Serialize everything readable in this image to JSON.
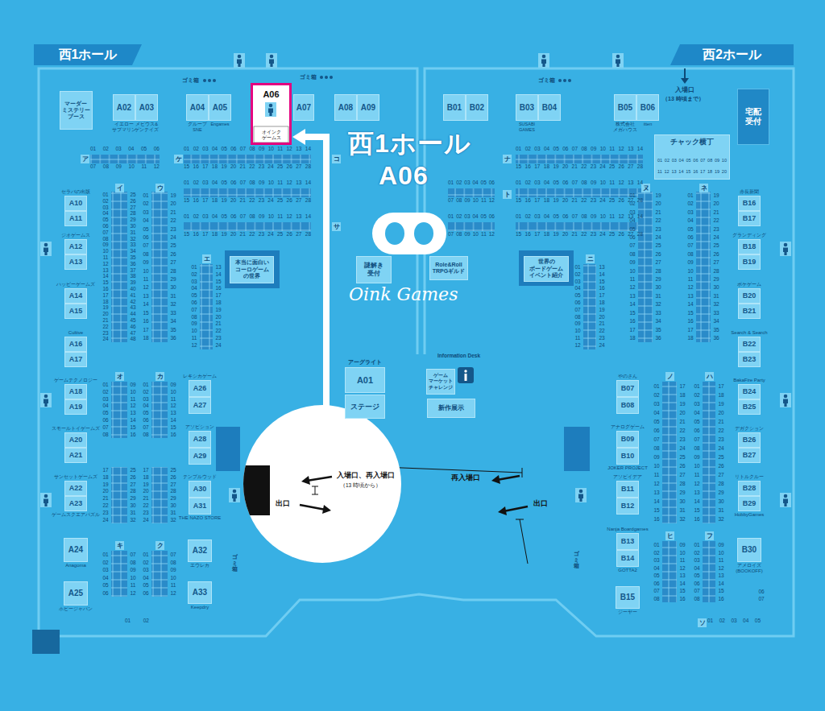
{
  "diagram": {
    "nodes": [
      {
        "text": [
          "西1ホール"
        ]
      },
      {
        "text": [
          "西2ホール"
        ]
      },
      {
        "text": [
          "マーダー ミステリー ブース"
        ]
      },
      {
        "text": [
          "A02",
          "イエロー サブマリン"
        ]
      },
      {
        "text": [
          "A03",
          "メビウス& ゲンテイズ"
        ]
      },
      {
        "text": [
          "A04",
          "グループ SNE"
        ]
      },
      {
        "text": [
          "A05",
          "Engames"
        ]
      },
      {
        "text": [
          "A06",
          "オインク ゲームス"
        ]
      },
      {
        "text": [
          "A07"
        ]
      },
      {
        "text": [
          "A08"
        ]
      },
      {
        "text": [
          "A09"
        ]
      },
      {
        "text": [
          "B01"
        ]
      },
      {
        "text": [
          "B02"
        ]
      },
      {
        "text": [
          "B03",
          "SUSABI GAMES"
        ]
      },
      {
        "text": [
          "B04"
        ]
      },
      {
        "text": [
          "B05",
          "株式会社 メガハウス"
        ]
      },
      {
        "text": [
          "B06",
          "itten"
        ]
      },
      {
        "text": [
          "宅配 受付"
        ]
      },
      {
        "text": [
          "チャック横丁"
        ]
      },
      {
        "text": [
          "A10",
          "セラバの出版"
        ]
      },
      {
        "text": [
          "A11"
        ]
      },
      {
        "text": [
          "A12",
          "ジオゲームス"
        ]
      },
      {
        "text": [
          "A13"
        ]
      },
      {
        "text": [
          "A14",
          "ハッピーゲームズ"
        ]
      },
      {
        "text": [
          "A15"
        ]
      },
      {
        "text": [
          "A16",
          "Cultive"
        ]
      },
      {
        "text": [
          "A17"
        ]
      },
      {
        "text": [
          "A18",
          "ゲームテクノロジー"
        ]
      },
      {
        "text": [
          "A19"
        ]
      },
      {
        "text": [
          "A20",
          "スモールトイゲームズ"
        ]
      },
      {
        "text": [
          "A21"
        ]
      },
      {
        "text": [
          "A22",
          "サンセットゲームズ"
        ]
      },
      {
        "text": [
          "A23",
          "ゲームスクエアパズル"
        ]
      },
      {
        "text": [
          "A24",
          "Anagoma"
        ]
      },
      {
        "text": [
          "A25",
          "ホビージャパン"
        ]
      },
      {
        "text": [
          "A26",
          "レキシカゲーム"
        ]
      },
      {
        "text": [
          "A27"
        ]
      },
      {
        "text": [
          "A28",
          "アソビション"
        ]
      },
      {
        "text": [
          "A29"
        ]
      },
      {
        "text": [
          "A30",
          "テンプルウッド"
        ]
      },
      {
        "text": [
          "A31",
          "THE NAZO STORE"
        ]
      },
      {
        "text": [
          "A32",
          "エウレカ"
        ]
      },
      {
        "text": [
          "A33",
          "Keepdry"
        ]
      },
      {
        "text": [
          "本当に面白い コーロゲーム の世界"
        ]
      },
      {
        "text": [
          "謎解き 受付"
        ]
      },
      {
        "text": [
          "アーグライト",
          "A01"
        ]
      },
      {
        "text": [
          "ステージ"
        ]
      },
      {
        "text": [
          "Role&Roll TRPGギルド"
        ]
      },
      {
        "text": [
          "ゲーム マーケット チャレンジ"
        ]
      },
      {
        "text": [
          "新作展示"
        ]
      },
      {
        "text": [
          "世界の ボードゲーム イベント紹介"
        ]
      },
      {
        "text": [
          "B07",
          "やのさん"
        ]
      },
      {
        "text": [
          "B08"
        ]
      },
      {
        "text": [
          "B09",
          "アナログゲーム"
        ]
      },
      {
        "text": [
          "B10",
          "JOKER PROJECT"
        ]
      },
      {
        "text": [
          "B11",
          "アソビイデア"
        ]
      },
      {
        "text": [
          "B12"
        ]
      },
      {
        "text": [
          "B13",
          "Nanja Boardgames"
        ]
      },
      {
        "text": [
          "B14",
          "GOTTA2"
        ]
      },
      {
        "text": [
          "B15",
          "ジーヤー"
        ]
      },
      {
        "text": [
          "B16",
          "赤長新聞"
        ]
      },
      {
        "text": [
          "B17"
        ]
      },
      {
        "text": [
          "B18",
          "グランディング"
        ]
      },
      {
        "text": [
          "B19"
        ]
      },
      {
        "text": [
          "B20",
          "ボケゲーム"
        ]
      },
      {
        "text": [
          "B21"
        ]
      },
      {
        "text": [
          "B22",
          "Search & Search"
        ]
      },
      {
        "text": [
          "B23"
        ]
      },
      {
        "text": [
          "B24",
          "BakaFire Party"
        ]
      },
      {
        "text": [
          "B25"
        ]
      },
      {
        "text": [
          "B26",
          "デガクション"
        ]
      },
      {
        "text": [
          "B27"
        ]
      },
      {
        "text": [
          "B28",
          "リトルクルー"
        ]
      },
      {
        "text": [
          "B29",
          "HobbyGames"
        ]
      },
      {
        "text": [
          "B30",
          "アメロイズ(BOOKOFF)"
        ]
      },
      {
        "text": [
          "入場口、再入場口",
          "（13 時頃から）",
          "出口"
        ]
      }
    ],
    "edges": [
      {
        "from": 75,
        "to": 7,
        "arrow": "to"
      }
    ],
    "labels": [
      "西1ホール",
      "A06",
      "Oink Games",
      "入場口",
      "（13 時頃まで）",
      "Information Desk",
      "再入場口",
      "出口",
      "ゴミ箱",
      "ゴミ箱",
      "ゴミ箱",
      "ゴミ箱",
      "ゴミ箱",
      "ア",
      "ケ",
      "コ",
      "サ",
      "イ",
      "ウ",
      "エ",
      "オ",
      "カ",
      "キ",
      "ク",
      "ト",
      "ナ",
      "ニ",
      "ヌ",
      "ネ",
      "ノ",
      "ハ",
      "ヒ",
      "フ",
      "ソ",
      "01 02 03 04 05 06",
      "07 08 09 10 11 12",
      "01 02 03 04 05 06 07 08 09 10 11 12 13 14",
      "15 16 17 18 19 20 21 22 23 24 25 26 27 28",
      "01 02 03 04 05 06 07 08 09 10 11 12 13 14",
      "15 16 17 18 19 20 21 22 23 24 25 26 27 28",
      "01 02 03 04 05 06 07 08 09 10 11 12 13 14",
      "15 16 17 18 19 20 21 22 23 24 25 26 27 28",
      "01 02 03 04 05 06",
      "07 08 09 10 11 12",
      "01 02 03 04 05 06",
      "07 08 09 10 11 12",
      "01 02 03 04 05 06 07 08 09 10 11 12 13 14",
      "15 16 17 18 19 20 21 22 23 24 25 26 27 28",
      "01 02 03 04 05 06 07 08 09 10 11 12 13 14",
      "15 16 17 18 19 20 21 22 23 24 25 26 27 28",
      "01 02 03 04 05 06 07 08 09 10 11 12 13 14",
      "15 16 17 18 19 20 21 22 23 24 25 26 27 28",
      "01 02 03 04 05 06 07 08 09 10",
      "11 12 13 14 15 16 17 18 19 20",
      "01 02",
      "01 02 03 04 05",
      "01 02 03 04 05 06 07 08 09 10 11 12 13 14 15 16 17 18 19 20 21 22 23 24",
      "25 26 27 28 29 30 31 32 33 34 35 36 37 38 39 40 41 42 43 44 45 46 47 48",
      "01 02 03 04 05 06 07 08 09 10 11 12 13 14 15 16 17 18",
      "19 20 21 22 23 24 25 26 27 28 29 30 31 32 33 34 35 36",
      "01 02 03 04 05 06 07 08 09 10 11 12",
      "13 14 15 16 17 18 19 20 21 22 23 24",
      "01 02 03 04 05 06 07 08",
      "09 10 11 12 13 14 15 16",
      "17 18 19 20 21 22 23 24",
      "25 26 27 28 29 30 31 32",
      "01 02 03 04 05 06 07 08",
      "09 10 11 12 13 14 15 16",
      "17 18 19 20 21 22 23 24",
      "25 26 27 28 29 30 31 32",
      "01 02 03 04 05 06",
      "07 08 09 10 11 12",
      "01 02 03 04 05 06",
      "07 08 09 10 11 12",
      "01 02 03 04 05 06 07 08 09 10 11 12",
      "13 14 15 16 17 18 19 20 21 22 23 24",
      "01 02 03 04 05 06 07 08 09 10 11 12 13 14 15 16 17 18",
      "19 20 21 22 23 24 25 26 27 28 29 30 31 32 33 34 35 36",
      "01 02 03 04 05 06 07 08 09 10 11 12 13 14 15 16 17 18",
      "19 20 21 22 23 24 25 26 27 28 29 30 31 32 33 34 35 36",
      "01 02 03 04 05 06 07 08 09 10 11 12 13 14 15 16",
      "17 18 19 20 21 22 23 24 25 26 27 28 29 30 31 32",
      "01 02 03 04 05 06 07 08 09 10 11 12 13 14 15 16",
      "17 18 19 20 21 22 23 24 25 26 27 28 29 30 31 32",
      "01 02 03 04 05 06 07 08",
      "09 10 11 12 13 14 15 16",
      "01 02 03 04 05 06 07 08",
      "09 10 11 12 13 14 15 16",
      "06 07"
    ]
  }
}
